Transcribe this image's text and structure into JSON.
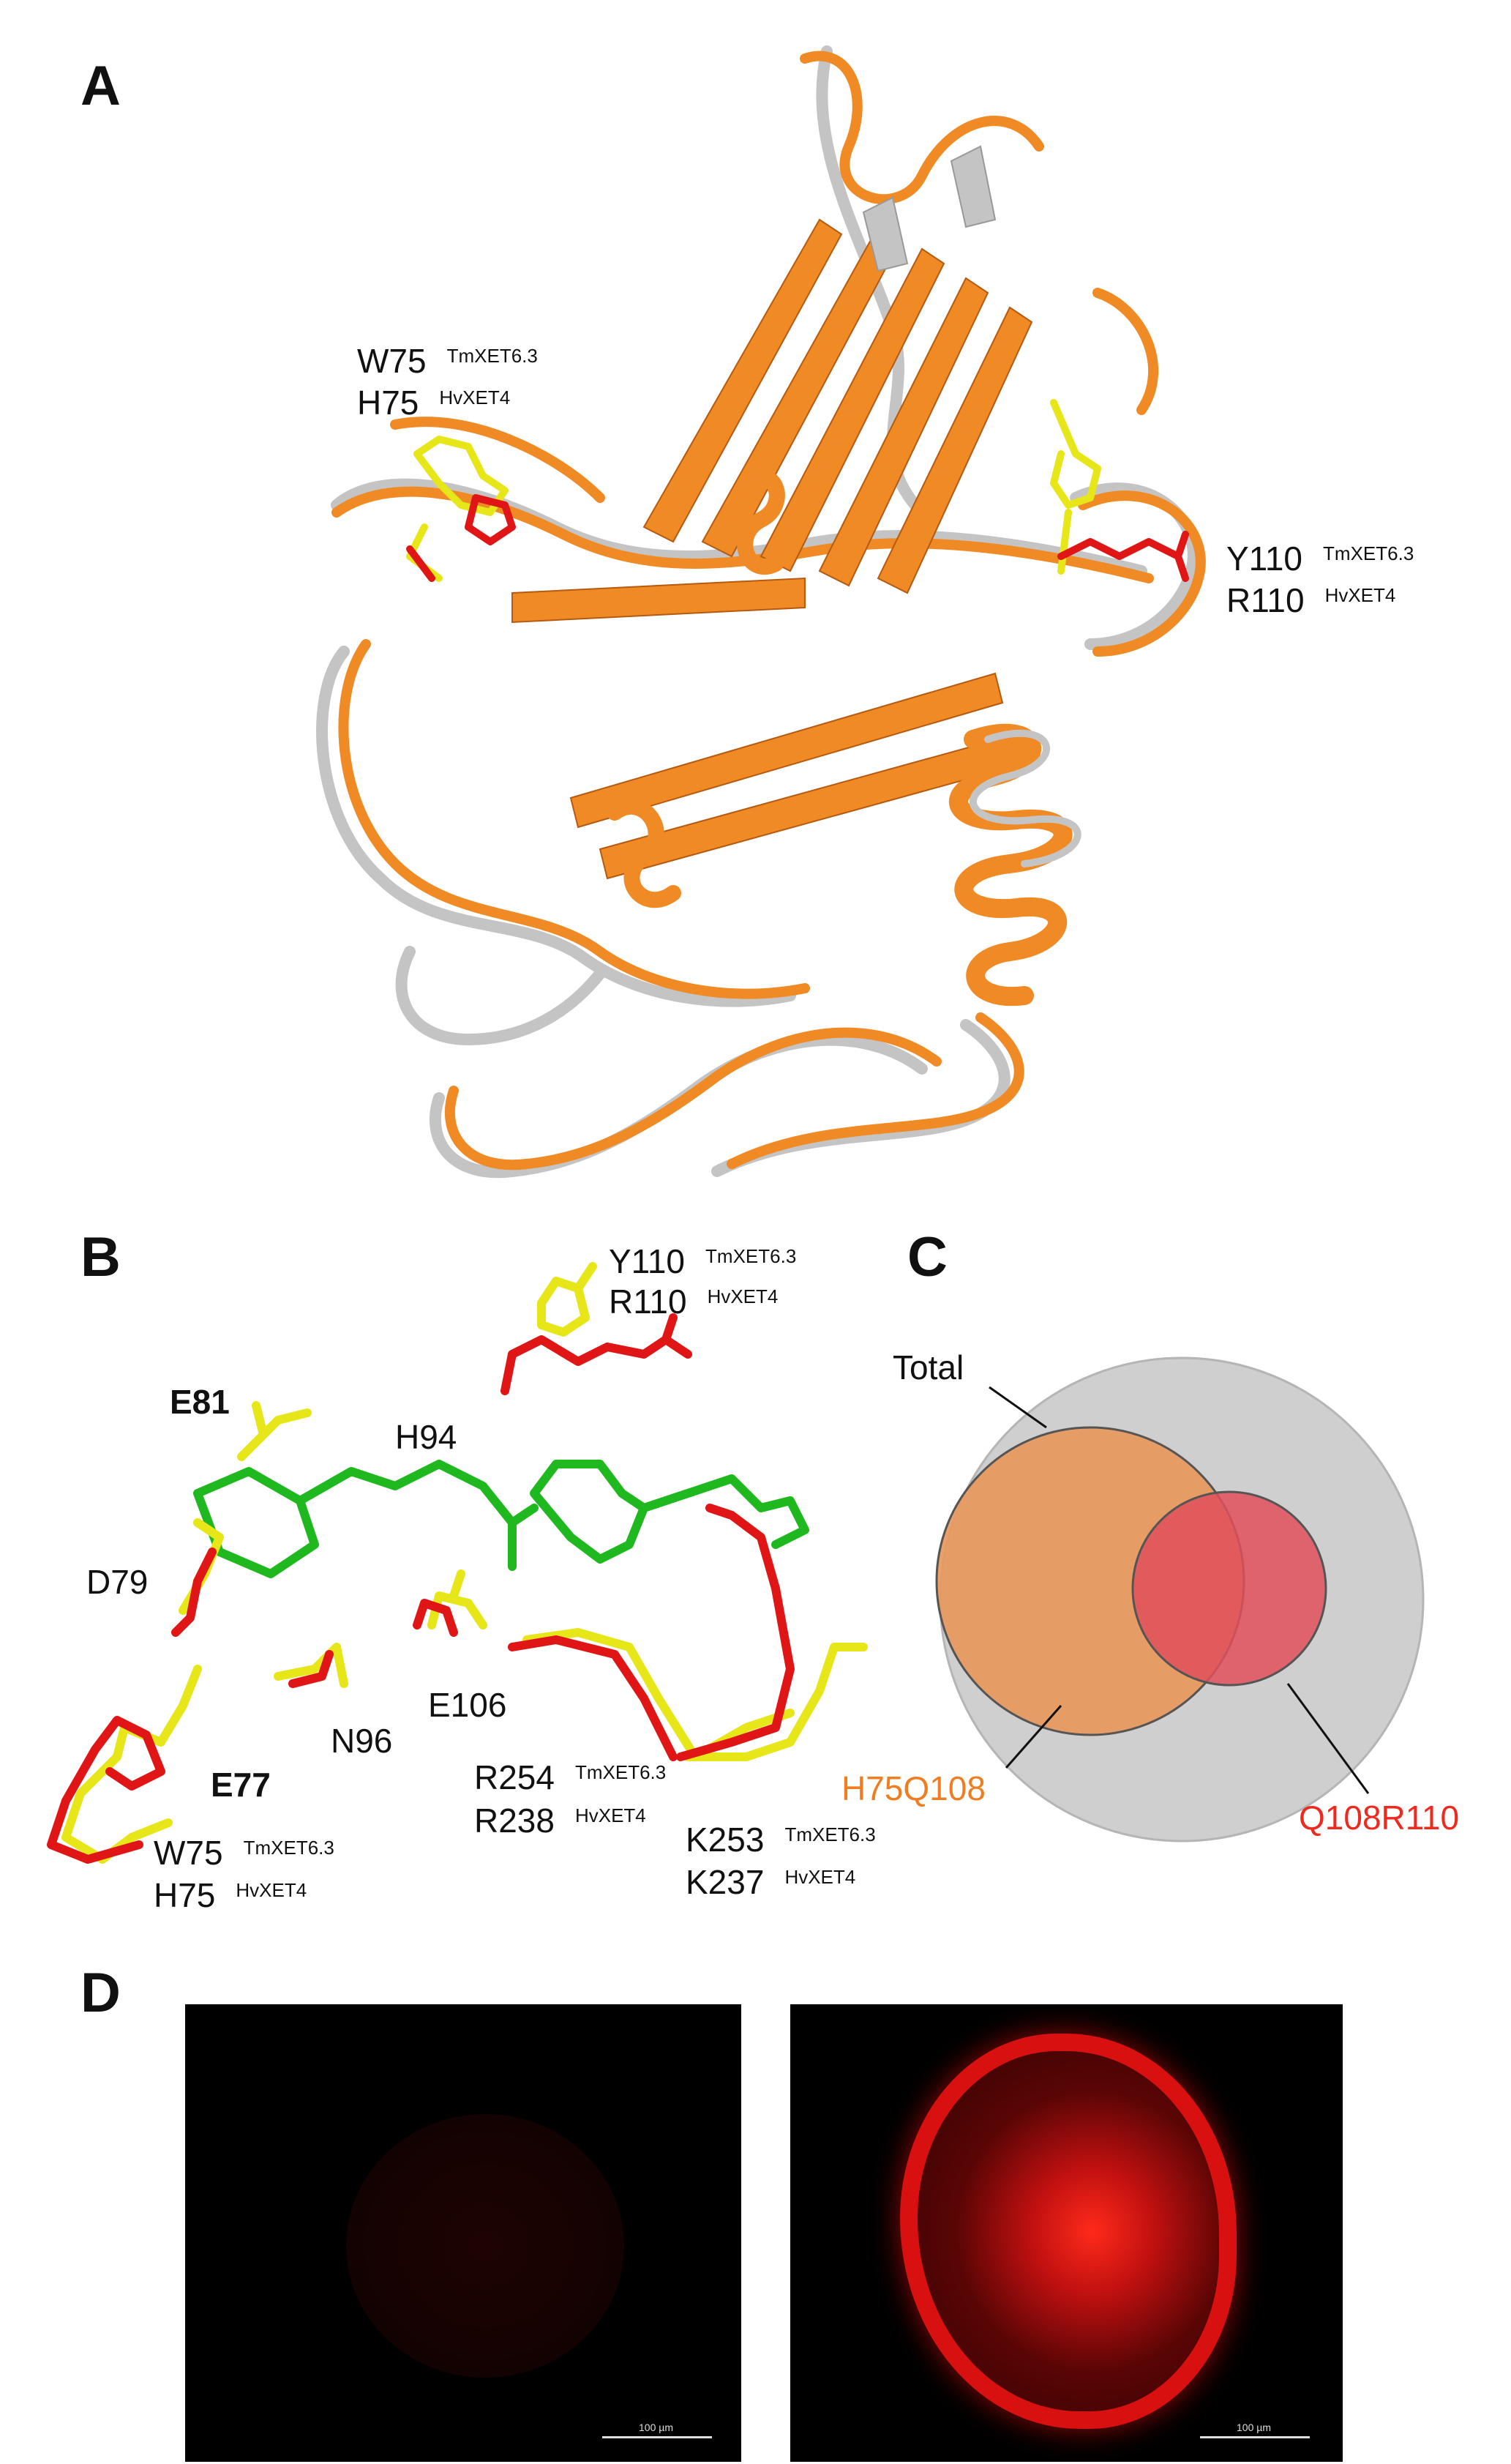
{
  "panels": {
    "a": "A",
    "b": "B",
    "c": "C",
    "d": "D"
  },
  "panel_a": {
    "label1_res": "W75",
    "label1_sub": "TmXET6.3",
    "label2_res": "H75",
    "label2_sub": "HvXET4",
    "label3_res": "Y110",
    "label3_sub": "TmXET6.3",
    "label4_res": "R110",
    "label4_sub": "HvXET4"
  },
  "panel_b": {
    "y110": "Y110",
    "y110_sub": "TmXET6.3",
    "r110": "R110",
    "r110_sub": "HvXET4",
    "e81": "E81",
    "h94": "H94",
    "d79": "D79",
    "e106": "E106",
    "n96": "N96",
    "e77": "E77",
    "r254": "R254",
    "r254_sub": "TmXET6.3",
    "r238": "R238",
    "r238_sub": "HvXET4",
    "w75": "W75",
    "w75_sub": "TmXET6.3",
    "h75": "H75",
    "h75_sub": "HvXET4",
    "k253": "K253",
    "k253_sub": "TmXET6.3",
    "k237": "K237",
    "k237_sub": "HvXET4"
  },
  "panel_c": {
    "total": "Total",
    "set1": "H75Q108",
    "set2": "Q108R110",
    "colors": {
      "total": "#cfcfcf",
      "set1": "#e8995c",
      "set2": "#e0505a",
      "set1_text": "#f07d1f",
      "set2_text": "#ee2a1e"
    }
  },
  "panel_d": {
    "scale_left": "100 µm",
    "scale_right": "100 µm"
  },
  "colors": {
    "orange_structure": "#f08a24",
    "grey_structure": "#c4c4c4",
    "yellow_side": "#e6e619",
    "red_side": "#e01515",
    "green_ligand": "#1fb81f"
  }
}
